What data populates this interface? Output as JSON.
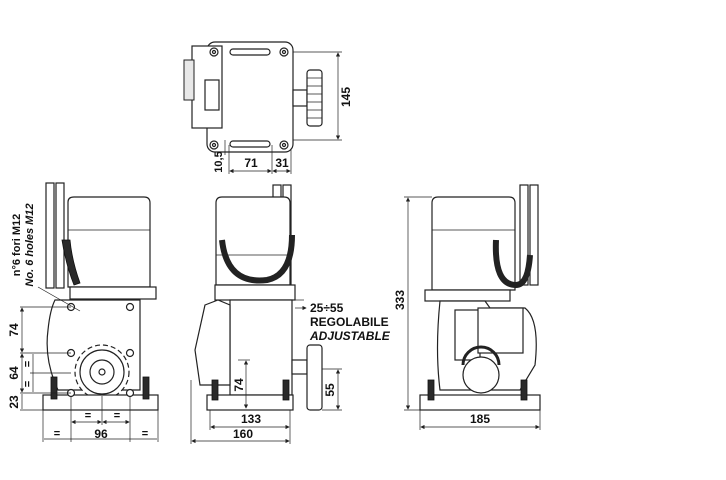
{
  "drawing": {
    "top_view": {
      "dim_height": "145",
      "dim_offset": "10,5",
      "dim_a": "71",
      "dim_b": "31"
    },
    "front_view": {
      "note_it": "n°6 fori M12",
      "note_en": "No. 6 holes M12",
      "dim_74": "74",
      "dim_64": "64",
      "dim_23": "23",
      "dim_96": "96",
      "equal": "="
    },
    "side_view": {
      "adjust_range": "25÷55",
      "adjust_it": "REGOLABILE",
      "adjust_en": "ADJUSTABLE",
      "dim_74": "74",
      "dim_55": "55",
      "dim_133": "133",
      "dim_160": "160"
    },
    "rear_view": {
      "dim_height": "333",
      "dim_width": "185"
    }
  }
}
